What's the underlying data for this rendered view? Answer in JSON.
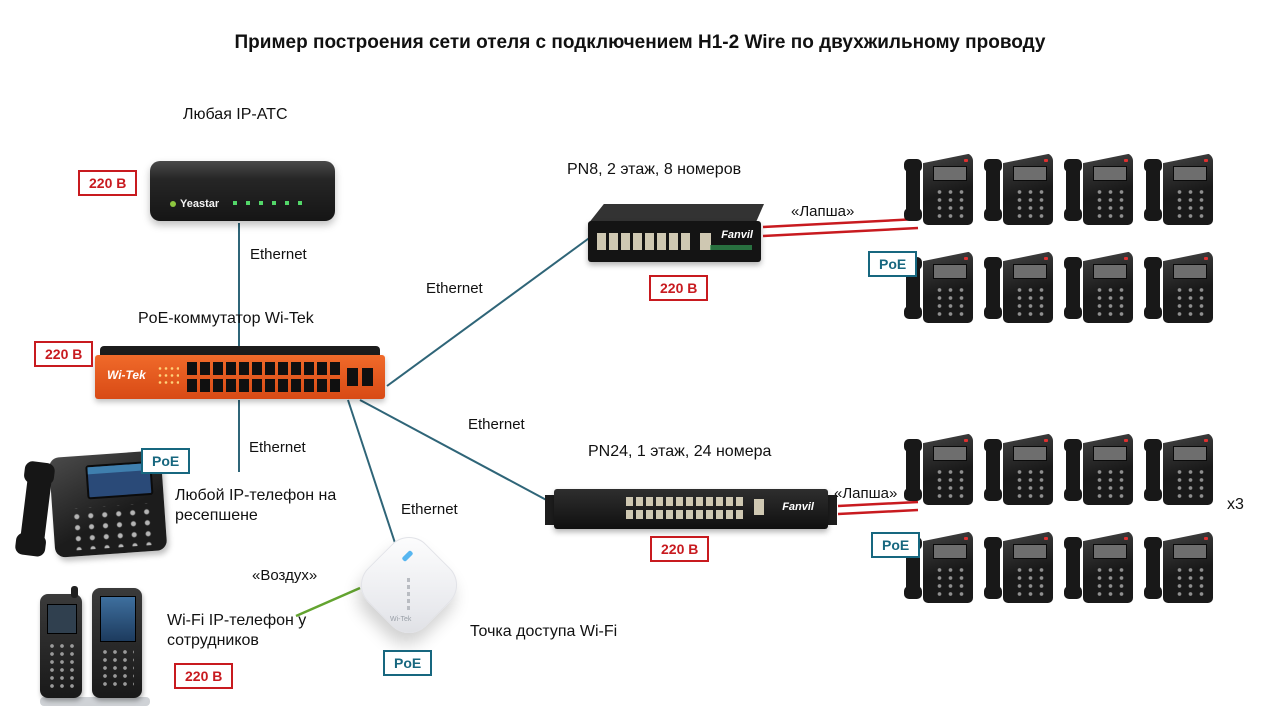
{
  "title": "Пример построения сети отеля с подключением H1-2 Wire по двухжильному проводу",
  "badges": {
    "power": "220 В",
    "poe": "PoE"
  },
  "links": {
    "ethernet": "Ethernet",
    "two_wire": "«Лапша»",
    "air": "«Воздух»"
  },
  "brands": {
    "yeastar": "Yeastar",
    "witek": "Wi-Tek",
    "fanvil": "Fanvil"
  },
  "nodes": {
    "pbx": {
      "label": "Любая IP-АТС"
    },
    "core_switch": {
      "label": "PoE-коммутатор Wi-Tek"
    },
    "pn8": {
      "label": "PN8, 2 этаж, 8 номеров",
      "phones_shown": "8"
    },
    "pn24": {
      "label": "PN24, 1 этаж, 24 номера",
      "phones_shown": "8",
      "multiplier": "x3"
    },
    "reception_phone": {
      "label": "Любой IP-телефон на ресепшене"
    },
    "wifi_handsets": {
      "label": "Wi-Fi IP-телефон у сотрудников"
    },
    "access_point": {
      "label": "Точка доступа Wi-Fi"
    }
  },
  "colors": {
    "line": "#2f6578",
    "power_red": "#c81a1f",
    "poe_teal": "#17677f",
    "air_green": "#63a430",
    "switch_orange": "#e85a1e"
  }
}
